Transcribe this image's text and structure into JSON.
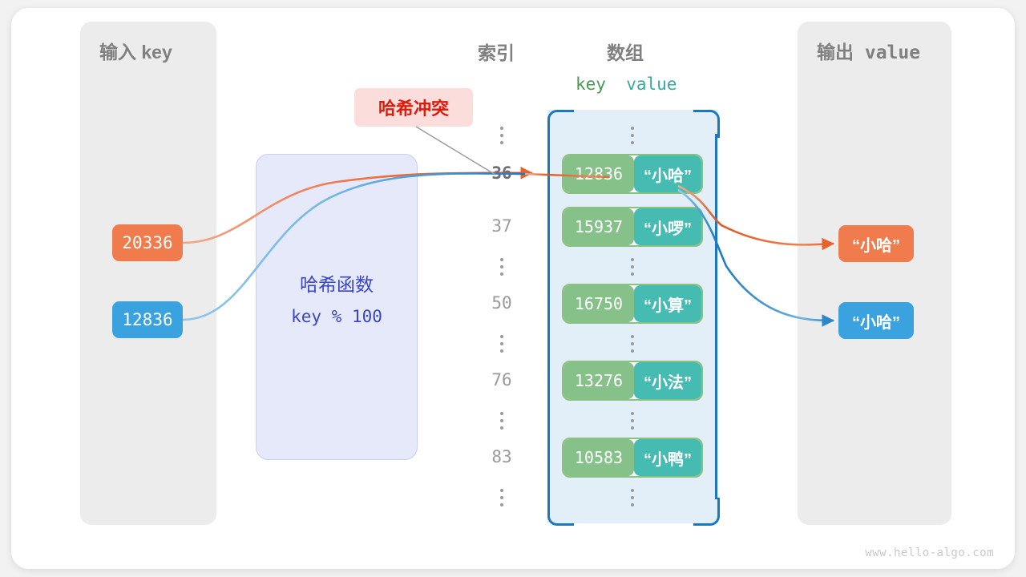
{
  "panels": {
    "input": {
      "title": "输入 key"
    },
    "output": {
      "title": "输出 value"
    }
  },
  "headings": {
    "index": "索引",
    "array": "数组",
    "key": "key",
    "value": "value"
  },
  "input_keys": [
    {
      "label": "20336",
      "color": "#f07c4d"
    },
    {
      "label": "12836",
      "color": "#3ba2e0"
    }
  ],
  "hash_function": {
    "title": "哈希函数",
    "expression": "key % 100",
    "box_color": "#e5e9f9",
    "text_color": "#3b46c4"
  },
  "collision": {
    "label": "哈希冲突",
    "text_color": "#e01b0c",
    "background": "#fbdedc"
  },
  "array": {
    "dots": "⋮",
    "rows": [
      {
        "type": "dots"
      },
      {
        "type": "entry",
        "index": "36",
        "key": "12836",
        "value": "“小哈”",
        "highlight": true
      },
      {
        "type": "entry",
        "index": "37",
        "key": "15937",
        "value": "“小啰”",
        "highlight": false
      },
      {
        "type": "dots"
      },
      {
        "type": "entry",
        "index": "50",
        "key": "16750",
        "value": "“小算”",
        "highlight": false
      },
      {
        "type": "dots"
      },
      {
        "type": "entry",
        "index": "76",
        "key": "13276",
        "value": "“小法”",
        "highlight": false
      },
      {
        "type": "dots"
      },
      {
        "type": "entry",
        "index": "83",
        "key": "10583",
        "value": "“小鸭”",
        "highlight": false
      },
      {
        "type": "dots"
      }
    ],
    "key_cell_color": "#86c18a",
    "value_cell_color": "#45bbb2",
    "container_border": "#1a78c2",
    "container_fill": "#e2eff9"
  },
  "outputs": [
    {
      "label": "“小哈”",
      "color": "#f07c4d"
    },
    {
      "label": "“小哈”",
      "color": "#3ba2e0"
    }
  ],
  "watermark": "www.hello-algo.com"
}
